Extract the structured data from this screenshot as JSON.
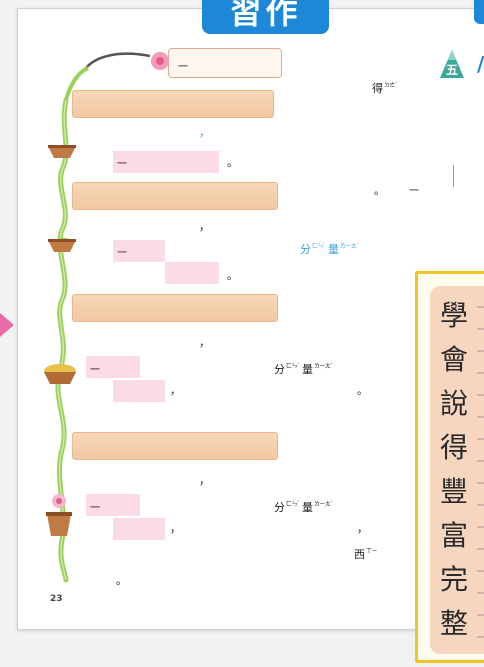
{
  "header": {
    "title": "習作"
  },
  "lesson_icon": {
    "label": "五",
    "color": "#3aa89a"
  },
  "page_number": "23",
  "colors": {
    "accent": "#1e88d8",
    "blank_fill": "#fadbe7",
    "banner": "#f3cfaa",
    "vine": "#9bcf5a",
    "sidebox_border": "#f0c52a"
  },
  "content": {
    "top_scroll_text": "一",
    "row1_punct": "，",
    "row1_blank_prefix": "一",
    "row1_period": "。",
    "row2_punct": "，",
    "row2_blank_prefix": "一",
    "row2_period": "。",
    "row2_fenliang": "分",
    "row2_fen_pinyin": "ㄈㄣˋ",
    "row2_liang": "量",
    "row2_liang_pinyin": "ㄌㄧㄤˋ",
    "row3_punct": "，",
    "row3_blank_prefix": "一",
    "row3_comma": "，",
    "row3_fen": "分",
    "row3_fen_pinyin": "ㄈㄣˋ",
    "row3_liang": "量",
    "row3_liang_pinyin": "ㄌㄧㄤˋ",
    "row3_period": "。",
    "row4_punct": "，",
    "row4_blank_prefix": "一",
    "row4_comma": "，",
    "row4_fen": "分",
    "row4_fen_pinyin": "ㄈㄣˋ",
    "row4_liang": "量",
    "row4_liang_pinyin": "ㄌㄧㄤˋ",
    "row4_comma2": "，",
    "row4_xi": "西",
    "row4_xi_pinyin": "ㄒㄧ",
    "final_period": "。",
    "right_de": "得",
    "right_de_pinyin": "ㄉㄜˊ",
    "right_period": "。",
    "right_yi": "一"
  },
  "sidebox": {
    "chars": [
      "學",
      "會",
      "說",
      "得",
      "豐",
      "富",
      "完",
      "整"
    ]
  }
}
